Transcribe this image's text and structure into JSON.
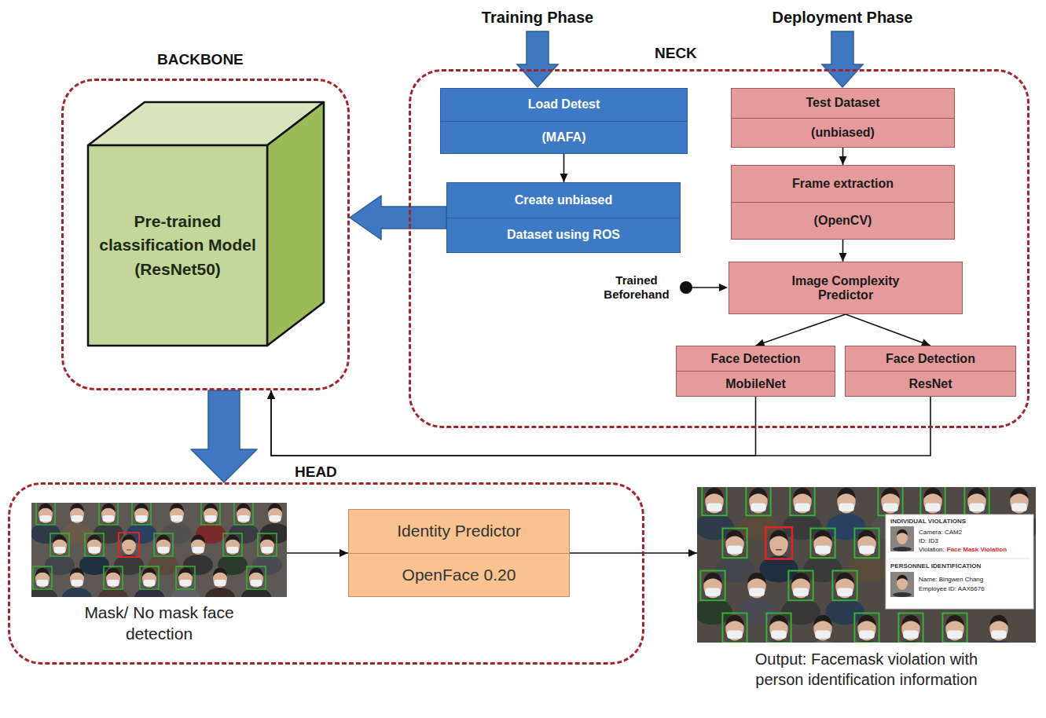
{
  "diagram": {
    "nodes": [
      {
        "text": [
          "BACKBONE"
        ]
      },
      {
        "text": [
          "Pre-trained classification Model (ResNet50)"
        ],
        "in": 0
      },
      {
        "text": [
          "NECK"
        ]
      },
      {
        "text": [
          "Load Detest",
          "(MAFA)"
        ],
        "in": 2
      },
      {
        "text": [
          "Create unbiased",
          "Dataset using ROS"
        ],
        "in": 2
      },
      {
        "text": [
          "Test Dataset",
          "(unbiased)"
        ],
        "in": 2
      },
      {
        "text": [
          "Frame extraction",
          "(OpenCV)"
        ],
        "in": 2
      },
      {
        "text": [
          "Image Complexity Predictor"
        ],
        "in": 2
      },
      {
        "text": [
          "Face Detection",
          "MobileNet"
        ],
        "in": 2
      },
      {
        "text": [
          "Face Detection",
          "ResNet"
        ],
        "in": 2
      },
      {
        "text": [
          "HEAD"
        ]
      },
      {
        "text": [
          "Mask/ No mask face detection"
        ],
        "in": 10
      },
      {
        "text": [
          "Identity Predictor",
          "OpenFace 0.20"
        ],
        "in": 10
      },
      {
        "text": [
          "Output: Facemask violation with person identification information"
        ]
      }
    ],
    "edges": [
      {
        "from": 3,
        "to": 4,
        "arrow": "to"
      },
      {
        "from": 4,
        "to": 0,
        "arrow": "to"
      },
      {
        "from": 5,
        "to": 6,
        "arrow": "to"
      },
      {
        "from": 6,
        "to": 7,
        "arrow": "to"
      },
      {
        "from": 7,
        "to": 8,
        "arrow": "to"
      },
      {
        "from": 7,
        "to": 9,
        "arrow": "to"
      },
      {
        "from": 8,
        "to": 0,
        "arrow": "to"
      },
      {
        "from": 9,
        "to": 0,
        "arrow": "to"
      },
      {
        "from": 0,
        "to": 10,
        "arrow": "to"
      },
      {
        "from": 11,
        "to": 12,
        "arrow": "to"
      },
      {
        "from": 12,
        "to": 13,
        "arrow": "to"
      }
    ],
    "labels": [
      "Training Phase",
      "Deployment Phase",
      "Trained Beforehand",
      "INDIVIDUAL VIOLATIONS",
      "Camera: CAM2",
      "ID: ID3",
      "Violation:",
      "Face Mask Violation",
      "PERSONNEL IDENTIFICATION",
      "Name: Bingwen Chang",
      "Employee ID: AAX6676"
    ]
  }
}
